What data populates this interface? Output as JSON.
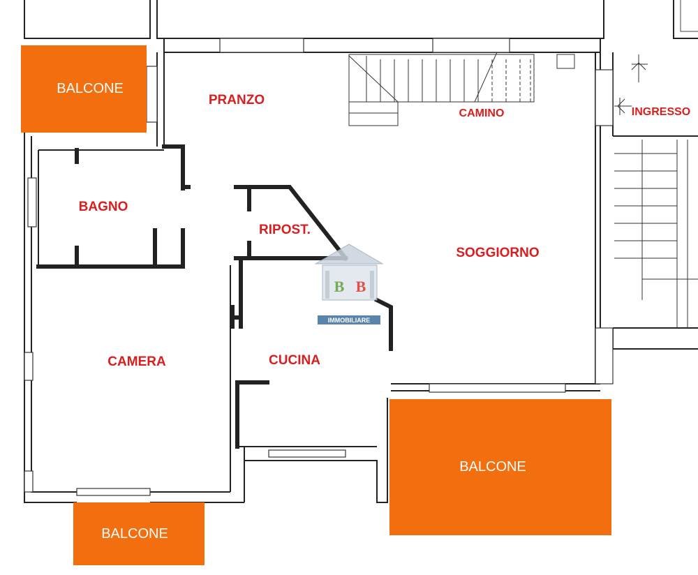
{
  "rooms": {
    "pranzo": "PRANZO",
    "camino": "CAMINO",
    "ingresso": "INGRESSO",
    "bagno": "BAGNO",
    "ripostiglio": "RIPOST.",
    "soggiorno": "SOGGIORNO",
    "camera": "CAMERA",
    "cucina": "CUCINA"
  },
  "balconies": {
    "top_left": "BALCONE",
    "bottom_left": "BALCONE",
    "bottom_right": "BALCONE"
  },
  "logo": {
    "letter_left": "B",
    "letter_right": "B",
    "caption": "IMMOBILIARE"
  },
  "colors": {
    "balcony": "#f26e0f",
    "room_label": "#d81e1e",
    "wall": "#222222",
    "logo_left": "#5a9e3a",
    "logo_right": "#d9342b"
  }
}
